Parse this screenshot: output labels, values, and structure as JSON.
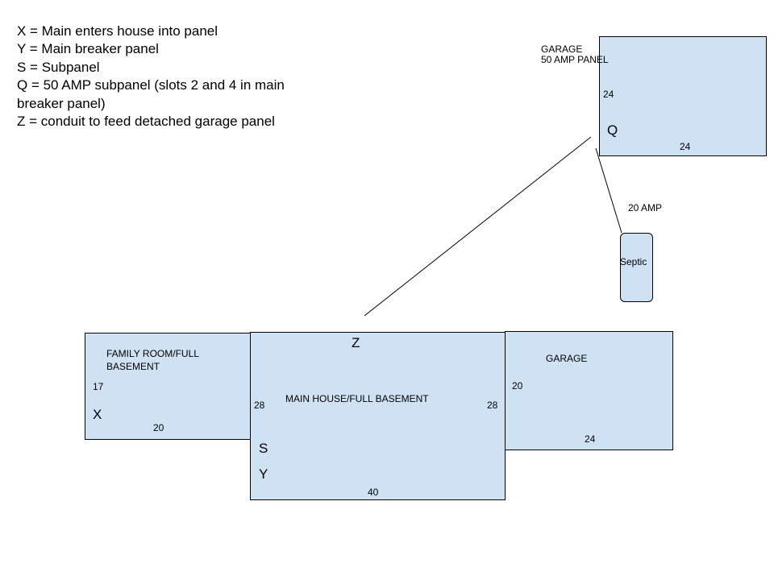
{
  "legend": [
    "X = Main enters house into panel",
    "Y = Main breaker panel",
    "S = Subpanel",
    "Q = 50 AMP subpanel (slots 2 and 4 in main breaker panel)",
    "Z = conduit to feed detached garage panel"
  ],
  "detached_garage": {
    "title_line1": "GARAGE",
    "title_line2": "50 AMP PANEL",
    "dim_side": "24",
    "dim_bottom": "24",
    "marker": "Q"
  },
  "septic": {
    "label": "Septic",
    "feed_label": "20 AMP"
  },
  "family_room": {
    "title": "FAMILY ROOM/FULL BASEMENT",
    "dim_side": "17",
    "dim_bottom": "20",
    "marker": "X"
  },
  "main_house": {
    "title": "MAIN HOUSE/FULL BASEMENT",
    "dim_left": "28",
    "dim_right": "28",
    "dim_bottom": "40",
    "marker_top": "Z",
    "marker_s": "S",
    "marker_y": "Y"
  },
  "attached_garage": {
    "title": "GARAGE",
    "dim_side": "20",
    "dim_bottom": "24"
  }
}
